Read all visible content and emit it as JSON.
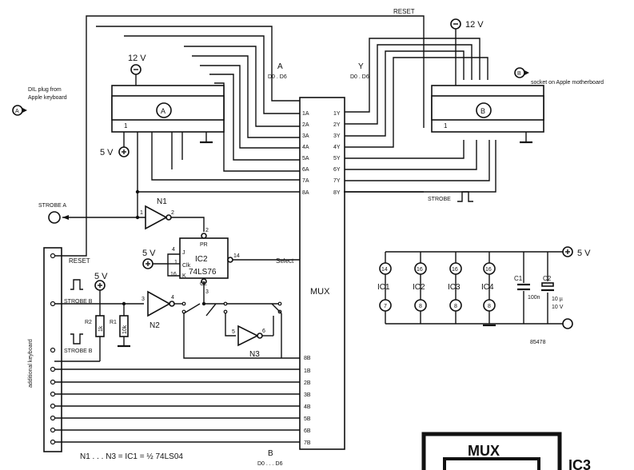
{
  "labels": {
    "reset_top": "RESET",
    "v12_left": "12 V",
    "v12_right": "12 V",
    "bus_a": "A",
    "bus_a_sub": "D0 . D6",
    "bus_y": "Y",
    "bus_y_sub": "D0 . D6",
    "dil_plug_1": "DIL plug from",
    "dil_plug_2": "Apple keyboard",
    "socket": "socket on Apple motherboard",
    "v5_icA": "5 V",
    "pin1_a": "1",
    "pin1_b": "1",
    "strobe_a": "STROBE A",
    "strobe_right": "STROBE",
    "n1": "N1",
    "reset_left": "RESET",
    "v5_ff": "5 V",
    "ic2": "IC2",
    "ic2_type": "74LS76",
    "pr": "PR",
    "cl": "CL",
    "clk": "Clk",
    "j": "J",
    "k": "K",
    "select": "Select",
    "v5_r": "5 V",
    "strobe_b1": "STROBE B",
    "strobe_b2": "STROBE B",
    "r2": "R2",
    "r1": "R1",
    "r2_val": "1k",
    "r1_val": "10k",
    "n2": "N2",
    "n3": "N3",
    "additional_keyboard": "additional keyboard",
    "mux": "MUX",
    "gates_note": "N1 . . . N3 = IC1 = ½ 74LS04",
    "bus_b": "B",
    "bus_b_sub": "D0 . . . D6",
    "v5_supply": "5 V",
    "ic1": "IC1",
    "ic2b": "IC2",
    "ic3": "IC3",
    "ic4": "IC4",
    "c1": "C1",
    "c2": "C2",
    "c1_val": "100n",
    "c2_val1": "10 µ",
    "c2_val2": "10 V",
    "code": "85478",
    "mux_bottom": "MUX",
    "ic3_bottom": "IC3",
    "conn_a": "A",
    "conn_b": "B",
    "chip_a": "A",
    "chip_b": "B"
  },
  "mux_left_pins": [
    "1A",
    "2A",
    "3A",
    "4A",
    "5A",
    "6A",
    "7A",
    "8A"
  ],
  "mux_right_pins": [
    "1Y",
    "2Y",
    "3Y",
    "4Y",
    "5Y",
    "6Y",
    "7Y",
    "8Y"
  ],
  "mux_b_pins": [
    "8B",
    "1B",
    "2B",
    "3B",
    "4B",
    "5B",
    "6B",
    "7B"
  ],
  "ic_vcc_pins": [
    "14",
    "16",
    "16",
    "16"
  ],
  "ic_gnd_pins": [
    "7",
    "8",
    "8",
    "8"
  ],
  "pin_numbers": {
    "n1_in": "1",
    "n1_out": "2",
    "ff_pr": "2",
    "ff_q": "14",
    "ff_j": "4",
    "ff_k": "16",
    "ff_clk": "1",
    "ff_cl": "3",
    "n2_in": "3",
    "n2_out": "4",
    "n3_in": "5",
    "n3_out": "6"
  }
}
